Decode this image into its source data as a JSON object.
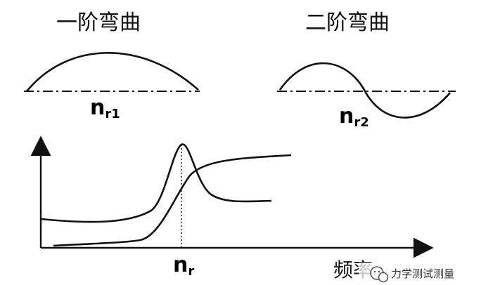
{
  "modes": {
    "first": {
      "title": "一阶弯曲",
      "label_main": "n",
      "label_sub": "r1"
    },
    "second": {
      "title": "二阶弯曲",
      "label_main": "n",
      "label_sub": "r2"
    }
  },
  "plot": {
    "peak_label_main": "n",
    "peak_label_sub": "r",
    "x_axis_label": "频率"
  },
  "watermark": {
    "text": "力学测试测量",
    "icon": "wechat-icon"
  },
  "colors": {
    "ink": "#111111",
    "background": "#ffffff"
  }
}
